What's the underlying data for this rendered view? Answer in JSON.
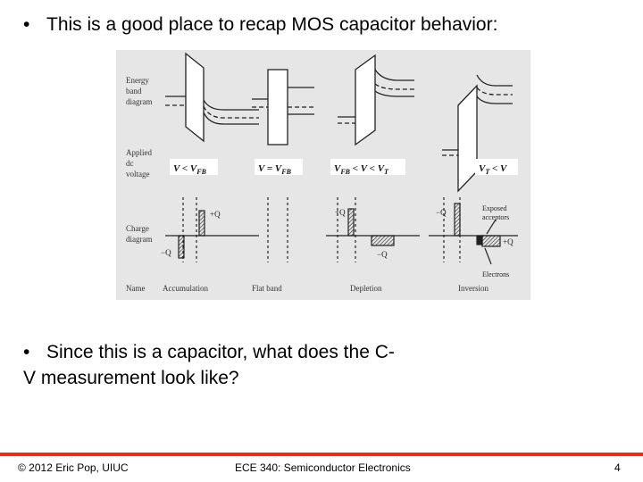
{
  "slide": {
    "bullet1": "This is a good place to recap MOS capacitor behavior:",
    "bullet2": "Since this is a capacitor, what does the C-V measurement look like?",
    "bullet_marker": "•"
  },
  "figure": {
    "row_labels": {
      "energy_l1": "Energy",
      "energy_l2": "band",
      "energy_l3": "diagram",
      "applied_l1": "Applied",
      "applied_l2": "dc",
      "applied_l3": "voltage",
      "charge_l1": "Charge",
      "charge_l2": "diagram",
      "name": "Name"
    },
    "voltage_labels": [
      "V < V",
      "V = V",
      "V",
      "V"
    ],
    "voltage_parts": {
      "fb": "FB",
      "t": "T",
      "lt": " < V < V",
      "lt2": " < V"
    },
    "names": [
      "Accumulation",
      "Flat band",
      "Depletion",
      "Inversion"
    ],
    "charges": {
      "acc_pos": "+Q",
      "acc_neg": "−Q",
      "dep_pos": "+Q",
      "dep_neg": "−Q",
      "inv_neg": "−Q",
      "inv_pos": "+Q",
      "exposed_l1": "Exposed",
      "exposed_l2": "acceptors",
      "electrons": "Electrons"
    },
    "background_color": "#e6e6e6"
  },
  "footer": {
    "copyright": "© 2012 Eric Pop, UIUC",
    "course": "ECE 340: Semiconductor Electronics",
    "page": "4"
  }
}
